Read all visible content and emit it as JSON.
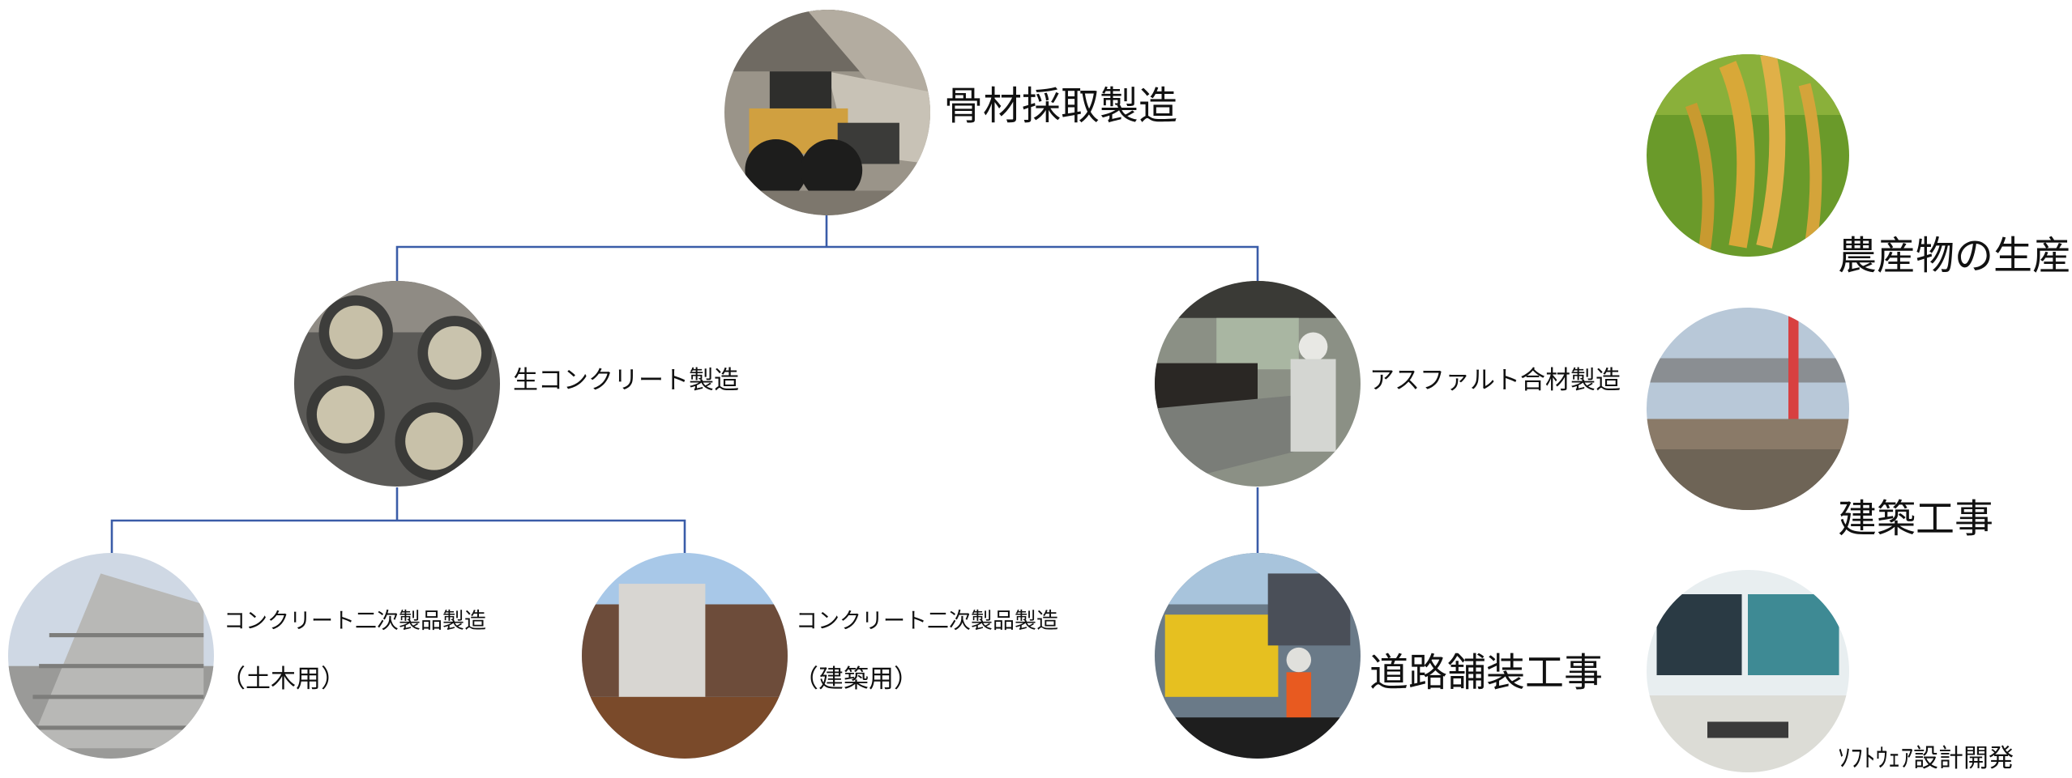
{
  "tree": {
    "root": {
      "label": "骨材採取製造",
      "image": "wheel-loader-quarry"
    },
    "level1": [
      {
        "label": "生コンクリート製造",
        "image": "concrete-buckets"
      },
      {
        "label": "アスファルト合材製造",
        "image": "asphalt-plant-worker"
      }
    ],
    "level2": [
      {
        "label_line1": "コンクリート二次製品製造",
        "label_line2": "（土木用）",
        "image": "precast-blocks"
      },
      {
        "label_line1": "コンクリート二次製品製造",
        "label_line2": "（建築用）",
        "image": "precast-wall-panel"
      },
      {
        "label": "道路舗装工事",
        "image": "road-paver"
      }
    ]
  },
  "side": [
    {
      "label": "農産物の生産",
      "image": "rice-field"
    },
    {
      "label": "建築工事",
      "image": "construction-site"
    },
    {
      "label": "ｿﾌﾄｳｪｱ設計開発",
      "image": "software-workstation"
    }
  ],
  "colors": {
    "connector": "#3a5ca8"
  }
}
